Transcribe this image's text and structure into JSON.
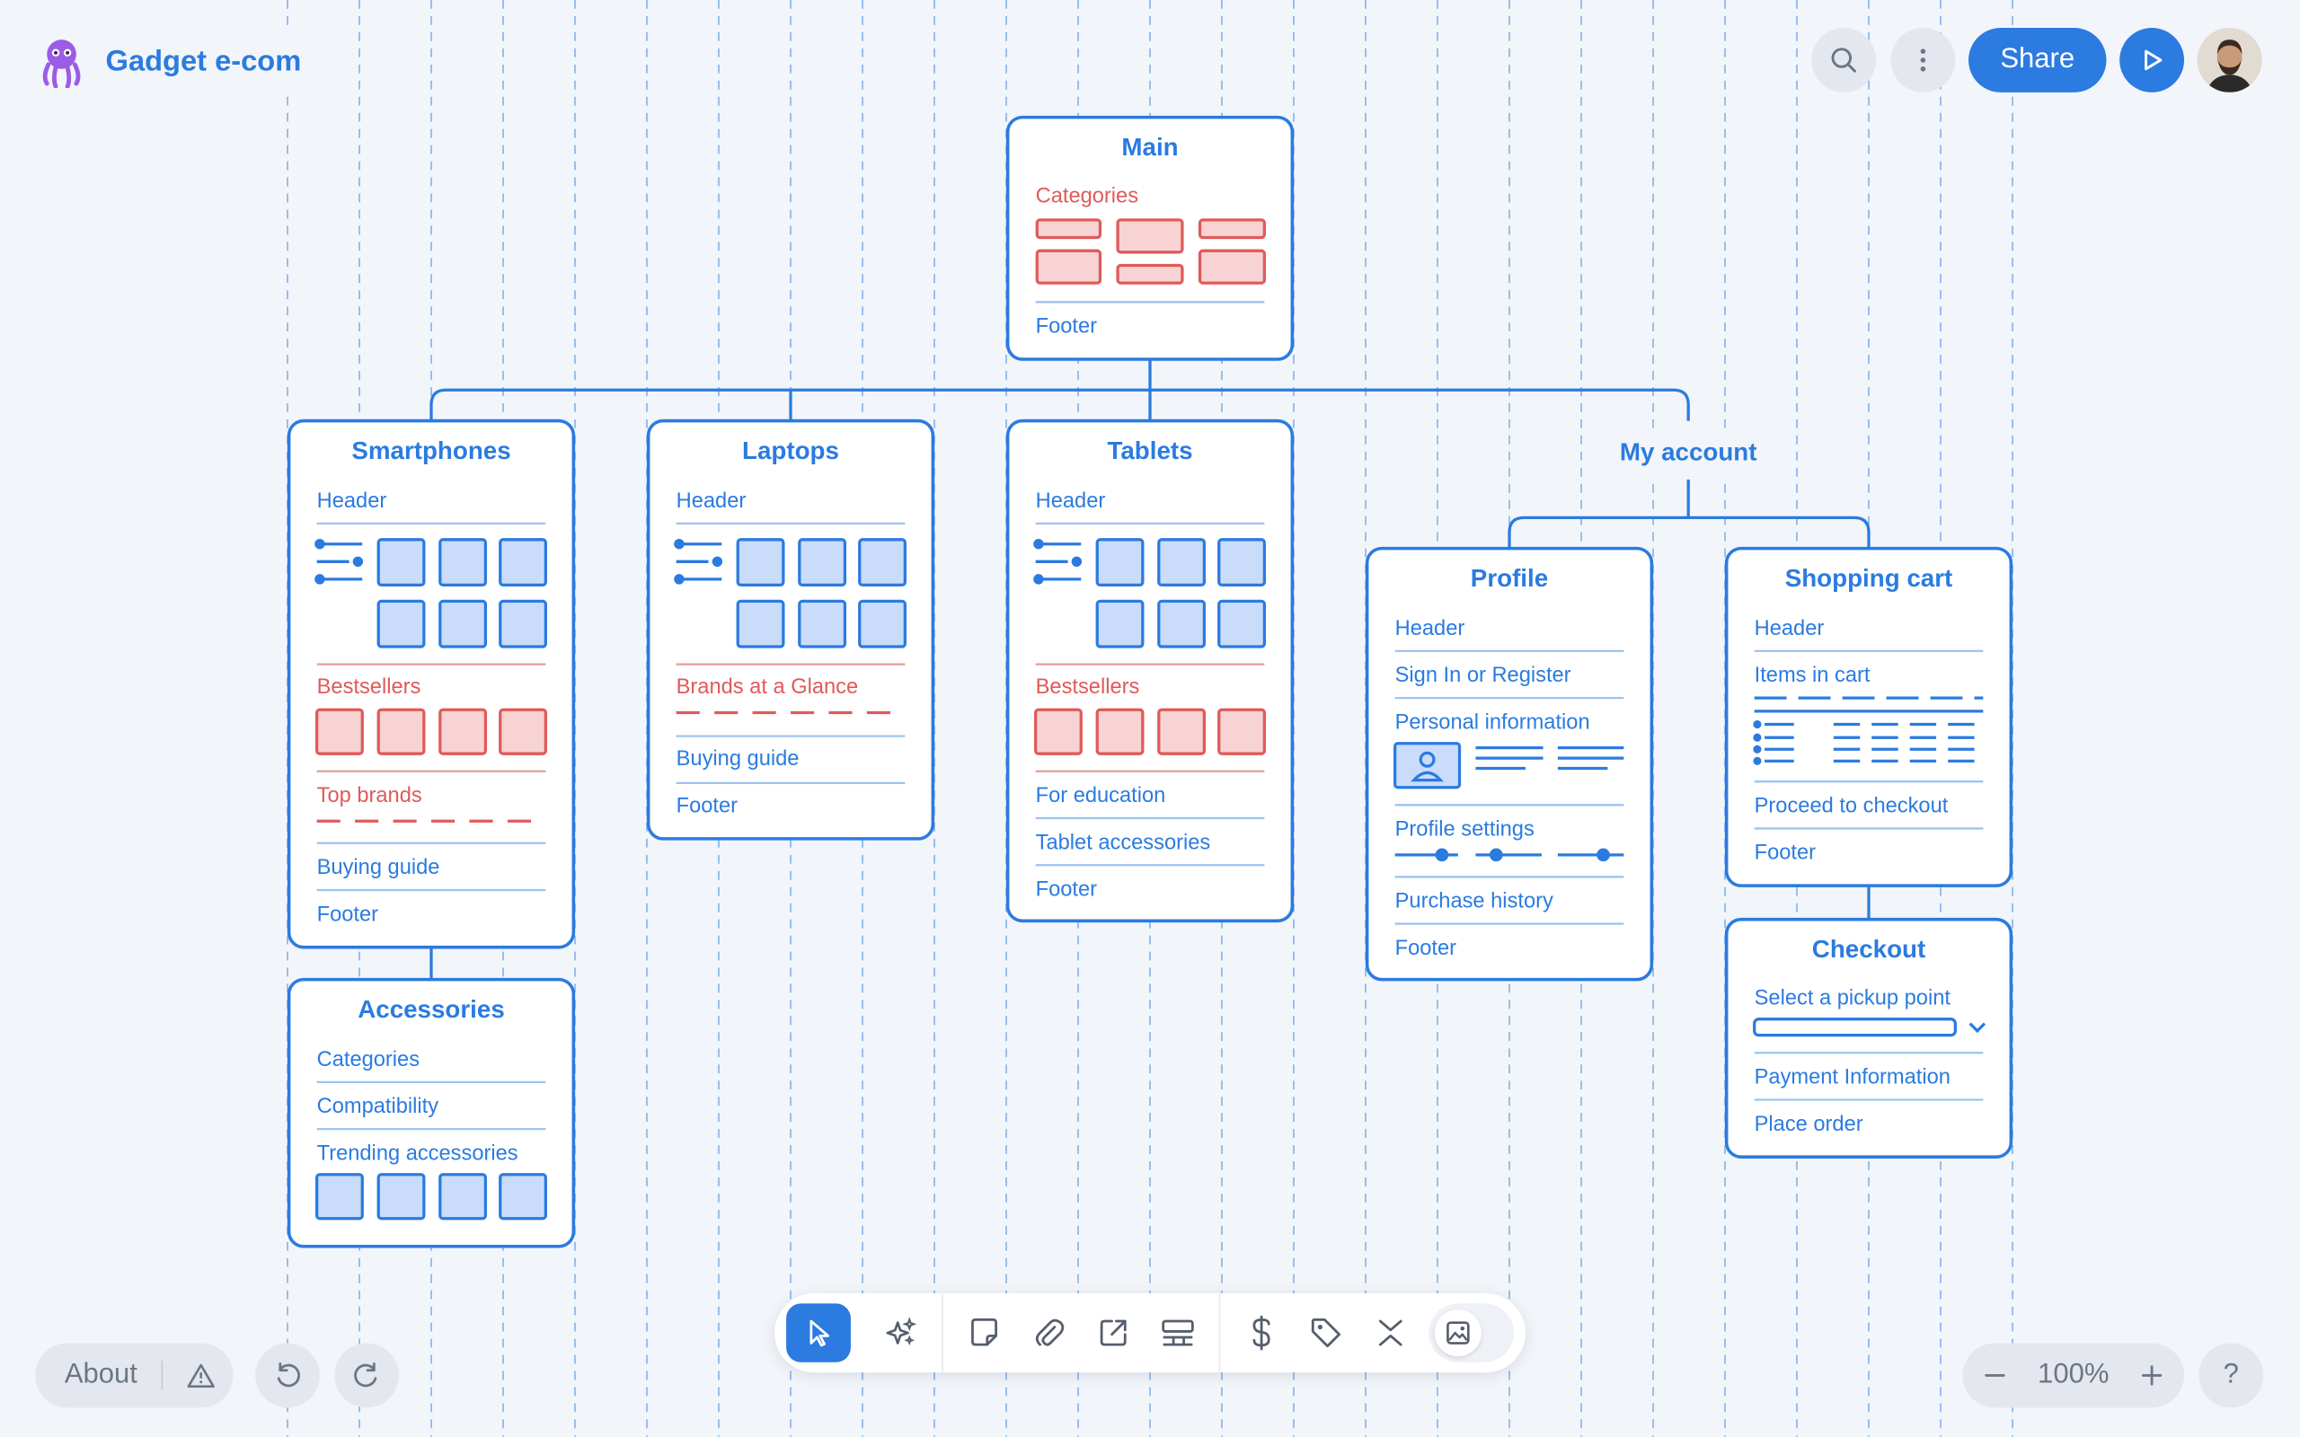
{
  "app": {
    "title": "Gadget e-com"
  },
  "topbar": {
    "share_label": "Share"
  },
  "bottom": {
    "about_label": "About",
    "zoom": "100%",
    "help": "?"
  },
  "toolbar": {
    "tools": [
      "select",
      "ai-assist",
      "sticky-note",
      "attach",
      "link-out",
      "table",
      "price",
      "tag",
      "collapse",
      "image"
    ]
  },
  "sitemap": {
    "main": {
      "title": "Main",
      "categories": "Categories",
      "footer": "Footer"
    },
    "smartphones": {
      "title": "Smartphones",
      "header": "Header",
      "bestsellers": "Bestsellers",
      "top_brands": "Top brands",
      "buying_guide": "Buying guide",
      "footer": "Footer"
    },
    "accessories": {
      "title": "Accessories",
      "categories": "Categories",
      "compatibility": "Compatibility",
      "trending": "Trending accessories"
    },
    "laptops": {
      "title": "Laptops",
      "header": "Header",
      "brands": "Brands at a Glance",
      "buying_guide": "Buying guide",
      "footer": "Footer"
    },
    "tablets": {
      "title": "Tablets",
      "header": "Header",
      "bestsellers": "Bestsellers",
      "education": "For education",
      "accessories": "Tablet accessories",
      "footer": "Footer"
    },
    "my_account": {
      "title": "My account"
    },
    "profile": {
      "title": "Profile",
      "header": "Header",
      "sign_in": "Sign In or Register",
      "personal": "Personal information",
      "settings": "Profile settings",
      "history": "Purchase history",
      "footer": "Footer"
    },
    "cart": {
      "title": "Shopping cart",
      "header": "Header",
      "items": "Items in cart",
      "proceed": "Proceed to checkout",
      "footer": "Footer"
    },
    "checkout": {
      "title": "Checkout",
      "pickup": "Select a pickup point",
      "payment": "Payment Information",
      "place": "Place order"
    }
  },
  "colors": {
    "accent": "#2b7be0",
    "secondary": "#e05a5a",
    "background": "#f2f5f9"
  }
}
